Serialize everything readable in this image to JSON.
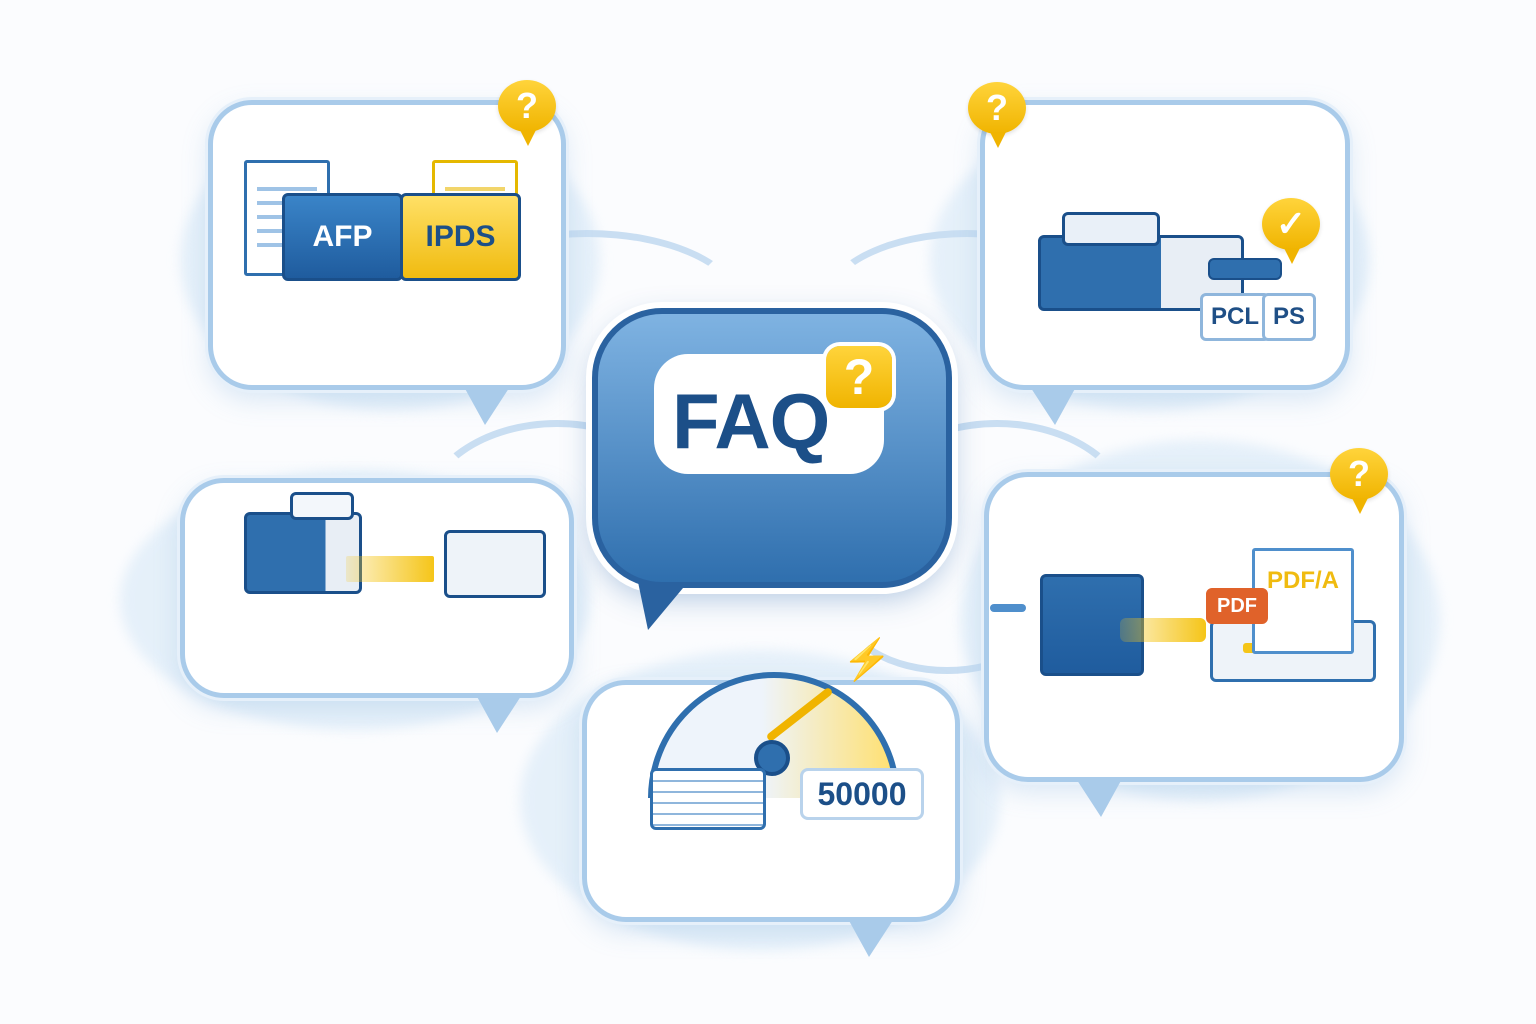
{
  "diagram": {
    "title": "FAQ",
    "center": {
      "label": "FAQ",
      "badge": "?"
    },
    "colors": {
      "primary_blue": "#2f6fae",
      "dark_blue": "#1c4f88",
      "light_blue": "#a9cbea",
      "accent_yellow": "#f5c518",
      "pdf_orange": "#e0622a",
      "background": "#fbfcfe"
    },
    "nodes": [
      {
        "id": "format-conversion",
        "position": "top-left",
        "labels": [
          "AFP",
          "IPDS"
        ],
        "badge": "?",
        "icon": "puzzle-documents"
      },
      {
        "id": "printer-languages",
        "position": "top-right",
        "labels": [
          "PCL",
          "PS"
        ],
        "badge": "?",
        "status_badge": "✓",
        "icon": "printer"
      },
      {
        "id": "printer-migration",
        "position": "middle-left",
        "labels": [],
        "icon": "printer-to-printer-arrow"
      },
      {
        "id": "pdf-archive",
        "position": "middle-right",
        "labels": [
          "PDF",
          "PDF/A"
        ],
        "badge": "?",
        "icon": "server-to-archive"
      },
      {
        "id": "throughput",
        "position": "bottom-center",
        "labels": [
          "50000"
        ],
        "icon": "speed-gauge"
      }
    ]
  }
}
